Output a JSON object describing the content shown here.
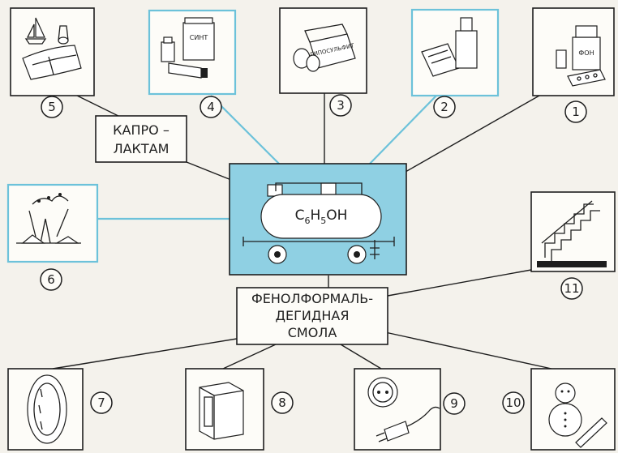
{
  "center": {
    "formula_c": "C",
    "formula_6": "6",
    "formula_h": "H",
    "formula_5": "5",
    "formula_oh": "OH"
  },
  "caprolactam": {
    "line1": "КАПРО –",
    "line2": "ЛАКТАМ"
  },
  "resin": {
    "line1": "ФЕНОЛФОРМАЛЬ-",
    "line2": "ДЕГИДНАЯ",
    "line3": "СМОЛА"
  },
  "numbers": {
    "n1": "1",
    "n2": "2",
    "n3": "3",
    "n4": "4",
    "n5": "5",
    "n6": "6",
    "n7": "7",
    "n8": "8",
    "n9": "9",
    "n10": "10",
    "n11": "11"
  },
  "package_labels": {
    "cream": "СИНТ",
    "fertilizer": "ГИПОСУЛЬФИТ",
    "pills": "ФОН"
  },
  "colors": {
    "highlight": "#6cc2da",
    "center_fill": "#8fd0e3",
    "ink": "#1e1e1e"
  }
}
